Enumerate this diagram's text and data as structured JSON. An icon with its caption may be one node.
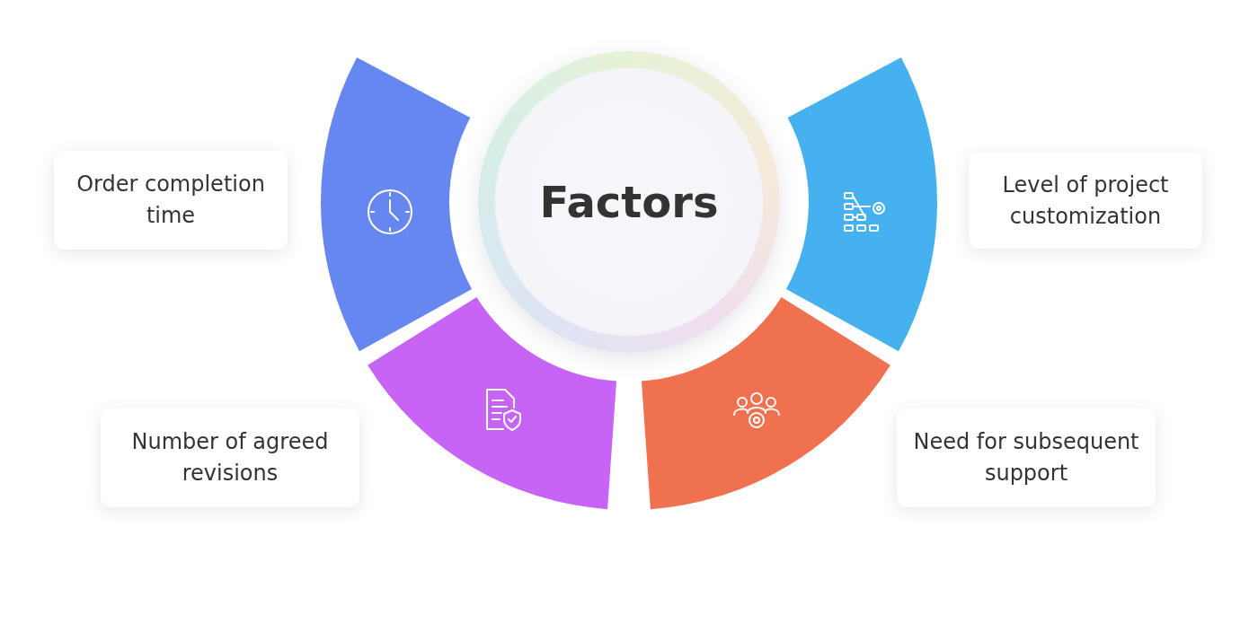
{
  "diagram": {
    "nodes": [
      {
        "text": [
          "Order completion time"
        ]
      },
      {
        "text": [
          "Factors"
        ]
      },
      {
        "text": [
          "Level of project customization"
        ]
      },
      {
        "text": [
          "Number of agreed revisions"
        ]
      },
      {
        "text": [
          "Need for subsequent support"
        ]
      }
    ]
  }
}
